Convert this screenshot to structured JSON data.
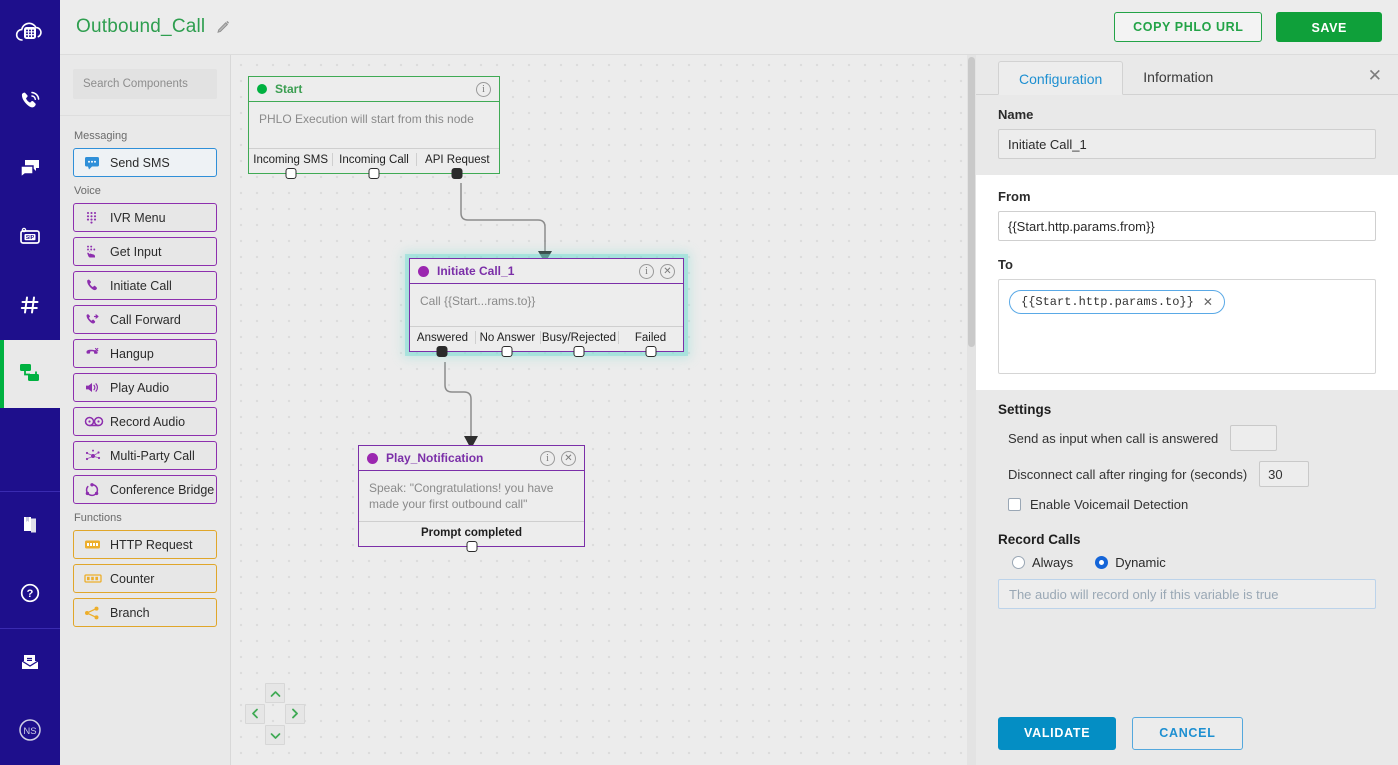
{
  "header": {
    "phlo_title": "Outbound_Call",
    "edit_icon": "pencil-icon",
    "copy_url_label": "COPY PHLO URL",
    "save_label": "SAVE",
    "brand_green": "#0fa03a"
  },
  "rail": {
    "items": [
      {
        "name": "cloud-keypad-icon",
        "active": false
      },
      {
        "name": "voice-call-icon",
        "active": false
      },
      {
        "name": "messaging-icon",
        "active": false
      },
      {
        "name": "sip-icon",
        "active": false
      },
      {
        "name": "phone-numbers-hash-icon",
        "active": false
      },
      {
        "name": "phlo-flow-icon",
        "active": true
      },
      {
        "name": "docs-book-icon",
        "active": false
      },
      {
        "name": "help-question-icon",
        "active": false
      },
      {
        "name": "billing-envelope-icon",
        "active": false
      },
      {
        "name": "account-avatar-ns",
        "active": false
      }
    ],
    "avatar_initials": "NS",
    "background": "#1e0f8c",
    "active_accent": "#00b140"
  },
  "components": {
    "search": {
      "placeholder": "Search Components",
      "value": ""
    },
    "groups": [
      {
        "label": "Messaging",
        "items": [
          {
            "label": "Send SMS",
            "icon": "sms-bubble-icon",
            "accent": "blue"
          }
        ]
      },
      {
        "label": "Voice",
        "items": [
          {
            "label": "IVR Menu",
            "icon": "keypad-dots-icon",
            "accent": "purple"
          },
          {
            "label": "Get Input",
            "icon": "hand-input-icon",
            "accent": "purple"
          },
          {
            "label": "Initiate Call",
            "icon": "handset-icon",
            "accent": "purple"
          },
          {
            "label": "Call Forward",
            "icon": "call-forward-icon",
            "accent": "purple"
          },
          {
            "label": "Hangup",
            "icon": "hangup-icon",
            "accent": "purple"
          },
          {
            "label": "Play Audio",
            "icon": "speaker-icon",
            "accent": "purple"
          },
          {
            "label": "Record Audio",
            "icon": "record-reels-icon",
            "accent": "purple"
          },
          {
            "label": "Multi-Party Call",
            "icon": "multiparty-icon",
            "accent": "purple"
          },
          {
            "label": "Conference Bridge",
            "icon": "conference-icon",
            "accent": "purple"
          }
        ]
      },
      {
        "label": "Functions",
        "items": [
          {
            "label": "HTTP Request",
            "icon": "http-request-icon",
            "accent": "amber"
          },
          {
            "label": "Counter",
            "icon": "counter-icon",
            "accent": "amber"
          },
          {
            "label": "Branch",
            "icon": "branch-icon",
            "accent": "amber"
          }
        ]
      }
    ]
  },
  "canvas": {
    "nodes": [
      {
        "id": "start",
        "title": "Start",
        "dot_color": "#00b140",
        "border_color": "#3faa54",
        "body_text": "PHLO Execution will start from this node",
        "info_icon": "info-circle-icon",
        "has_close": false,
        "ports": [
          {
            "label": "Incoming SMS",
            "connected": false
          },
          {
            "label": "Incoming Call",
            "connected": false
          },
          {
            "label": "API Request",
            "connected": true
          }
        ]
      },
      {
        "id": "initiate-call-1",
        "title": "Initiate Call_1",
        "dot_color": "#9b27b0",
        "border_color": "#7b2fa8",
        "body_text": "Call {{Start...rams.to}}",
        "info_icon": "info-circle-icon",
        "close_icon": "close-circle-icon",
        "has_close": true,
        "selected": true,
        "ports": [
          {
            "label": "Answered",
            "connected": true
          },
          {
            "label": "No Answer",
            "connected": false
          },
          {
            "label": "Busy/Rejected",
            "connected": false
          },
          {
            "label": "Failed",
            "connected": false
          }
        ]
      },
      {
        "id": "play-notification",
        "title": "Play_Notification",
        "dot_color": "#9b27b0",
        "border_color": "#7b2fa8",
        "body_text": "Speak: \"Congratulations! you have made your first outbound call\"",
        "info_icon": "info-circle-icon",
        "close_icon": "close-circle-icon",
        "has_close": true,
        "ports": [
          {
            "label": "Prompt completed",
            "connected": false
          }
        ]
      }
    ],
    "navpad": {
      "up": "chevron-up-icon",
      "down": "chevron-down-icon",
      "left": "chevron-left-icon",
      "right": "chevron-right-icon"
    }
  },
  "panel": {
    "tabs": [
      {
        "label": "Configuration",
        "active": true
      },
      {
        "label": "Information",
        "active": false
      }
    ],
    "close_icon": "close-icon",
    "name": {
      "label": "Name",
      "value": "Initiate Call_1"
    },
    "from": {
      "label": "From",
      "value": "{{Start.http.params.from}}"
    },
    "to": {
      "label": "To",
      "chips": [
        {
          "text": "{{Start.http.params.to}}",
          "remove_icon": "chip-remove-icon"
        }
      ]
    },
    "settings": {
      "heading": "Settings",
      "send_as_input_label": "Send as input when call is answered",
      "send_as_input_value": "",
      "disconnect_label": "Disconnect call after ringing for (seconds)",
      "disconnect_value": "30",
      "voicemail_label": "Enable Voicemail Detection",
      "voicemail_checked": false
    },
    "record_calls": {
      "heading": "Record Calls",
      "options": [
        {
          "label": "Always",
          "selected": false
        },
        {
          "label": "Dynamic",
          "selected": true
        }
      ],
      "variable_placeholder": "The audio will record only if this variable is true",
      "variable_value": ""
    },
    "footer": {
      "validate_label": "VALIDATE",
      "cancel_label": "CANCEL",
      "validate_color": "#048ec4",
      "cancel_color": "#1d8fd1"
    }
  }
}
